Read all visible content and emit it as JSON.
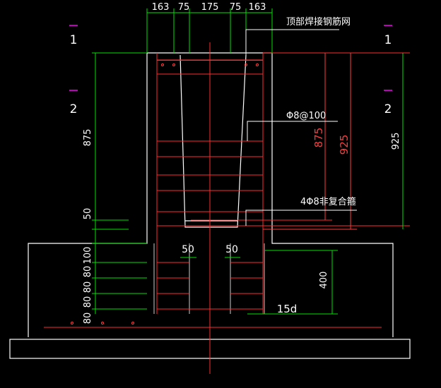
{
  "colors": {
    "background": "#000000",
    "outline": "#ffffff",
    "dimension": "#00ff00",
    "rebar": "#ff0000",
    "dim_red": "#ff3b3b",
    "marker": "#ff00ff"
  },
  "top_dimensions": [
    "163",
    "75",
    "175",
    "75",
    "163"
  ],
  "section_marks": {
    "left": [
      "1",
      "2"
    ],
    "right": [
      "1",
      "2"
    ]
  },
  "left_dimensions": {
    "column_height": "875",
    "gap": "50",
    "footing_steps": [
      "100",
      "80",
      "80",
      "80",
      "80"
    ]
  },
  "inner_dimensions": {
    "left_gap": "50",
    "right_gap": "50"
  },
  "right_dimensions": {
    "red_875": "875",
    "red_925": "925",
    "white_925": "925",
    "footing_400": "400",
    "anchor_15d": "15d"
  },
  "annotations": {
    "top_mesh": "顶部焊接钢筋网",
    "stirrup": "Φ8@100",
    "composite_stirrup": "4Φ8非复合箍"
  }
}
